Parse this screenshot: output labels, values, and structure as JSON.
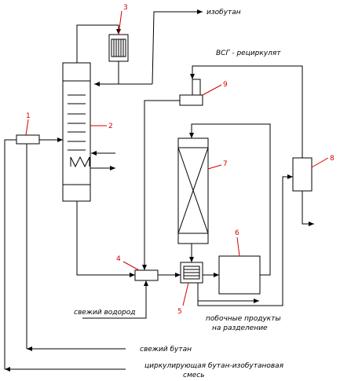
{
  "labels": {
    "isobutane": "изобутан",
    "recycle_gas": "ВСГ - рециркулят",
    "fresh_hydrogen": "свежий водород",
    "byproducts_line1": "побочные продукты",
    "byproducts_line2": "на разделение",
    "fresh_butane": "свежий бутан",
    "recycle_mix_line1": "циркулирующая бутан-изобутановая",
    "recycle_mix_line2": "смесь"
  },
  "numbers": {
    "n1": "1",
    "n2": "2",
    "n3": "3",
    "n4": "4",
    "n5": "5",
    "n6": "6",
    "n7": "7",
    "n8": "8",
    "n9": "9"
  },
  "colors": {
    "lines": "#000000",
    "callouts": "#d40000"
  }
}
